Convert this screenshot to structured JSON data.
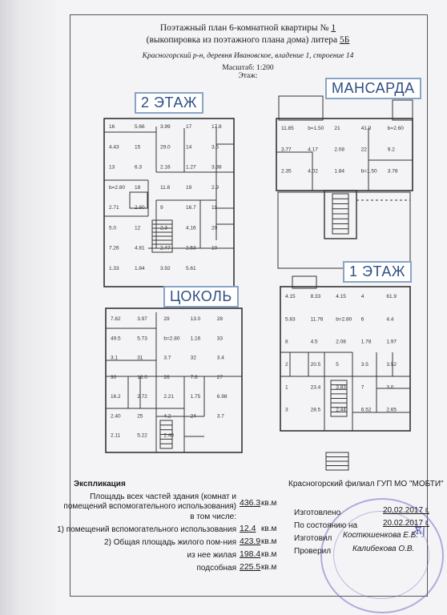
{
  "header": {
    "title_prefix": "Поэтажный план 6-комнатной квартиры №",
    "apt_no": "1",
    "subtitle_prefix": "(выкопировка из поэтажного плана дома) литера",
    "litera": "5Б",
    "address": "Красногорский р-н, деревня Ивановское, владение 1, строение 14",
    "scale": "Масштаб: 1:200",
    "floor": "Этаж:"
  },
  "floor_labels": {
    "second": "2 ЭТАЖ",
    "mansard": "МАНСАРДА",
    "first": "1 ЭТАЖ",
    "basement": "ЦОКОЛЬ"
  },
  "plan_texts": {
    "f2": [
      "16",
      "5.66",
      "3.99",
      "17",
      "17.8",
      "4.43",
      "15",
      "29.0",
      "14",
      "3.5",
      "13",
      "6.3",
      "2.16",
      "1.27",
      "3.38",
      "b=2.80",
      "18",
      "11.8",
      "19",
      "2.9",
      "2.71",
      "2.80",
      "9",
      "16.7",
      "11",
      "5.0",
      "12",
      "2.3",
      "4.16",
      "20",
      "7.26",
      "4.81",
      "2.47",
      "2.53",
      "10",
      "1.33",
      "1.84",
      "3.92",
      "5.61"
    ],
    "mansard": [
      "11.85",
      "b=1.50",
      "21",
      "41.9",
      "b=2.60",
      "3.77",
      "4.17",
      "2.08",
      "22",
      "9.2",
      "2.35",
      "4.02",
      "1.84",
      "b=1.50",
      "3.78"
    ],
    "basement": [
      "7.82",
      "3.97",
      "29",
      "13.0",
      "28",
      "49.5",
      "5.73",
      "b=2.80",
      "1.16",
      "33",
      "3.1",
      "31",
      "3.7",
      "32",
      "3.4",
      "30",
      "16.0",
      "26",
      "7.6",
      "27",
      "16.2",
      "2.72",
      "2.21",
      "1.75",
      "6.98",
      "2.40",
      "25",
      "4.2",
      "24",
      "3.7",
      "2.11",
      "5.22",
      "2.40"
    ],
    "first": [
      "4.15",
      "8.33",
      "4.15",
      "4",
      "61.9",
      "5.83",
      "11.76",
      "b=2.80",
      "6",
      "4.4",
      "8",
      "4.5",
      "2.08",
      "1.78",
      "1.97",
      "2",
      "20.5",
      "5",
      "3.5",
      "3.52",
      "1",
      "23.4",
      "3.83",
      "7",
      "3.0",
      "3",
      "28.5",
      "2.44",
      "6.52",
      "2.65"
    ]
  },
  "explication": {
    "title": "Экспликация",
    "filial": "Красногорский филиал ГУП МО \"МОБТИ\"",
    "rows": [
      {
        "label": "Площадь всех частей здания (комнат и",
        "value": "",
        "unit": ""
      },
      {
        "label": "помещений вспомогательного использования)",
        "value": "436.3",
        "unit": "кв.м"
      },
      {
        "label": "в том числе:",
        "value": "",
        "unit": ""
      },
      {
        "label": "1) помещений вспомогательного использования",
        "value": "12.4",
        "unit": "кв.м"
      },
      {
        "label": "2) Общая площадь жилого пом-ния",
        "value": "423.9",
        "unit": "кв.м"
      },
      {
        "label": "из нее жилая",
        "value": "198.4",
        "unit": "кв.м"
      },
      {
        "label": "подсобная",
        "value": "225.5",
        "unit": "кв.м"
      }
    ],
    "made_label": "Изготовлено",
    "made_date": "20.02.2017 г.",
    "state_label": "По состоянию на",
    "state_date": "20.02.2017 г.",
    "maker_label": "Изготовил",
    "maker_name": "Костюшенкова Е.Б.",
    "checker_label": "Проверил",
    "checker_name": "Калибекова О.В."
  },
  "colors": {
    "label_border": "#8aa4c4",
    "label_text": "#2f4f86",
    "stamp": "#786ec8",
    "line": "#333333"
  }
}
